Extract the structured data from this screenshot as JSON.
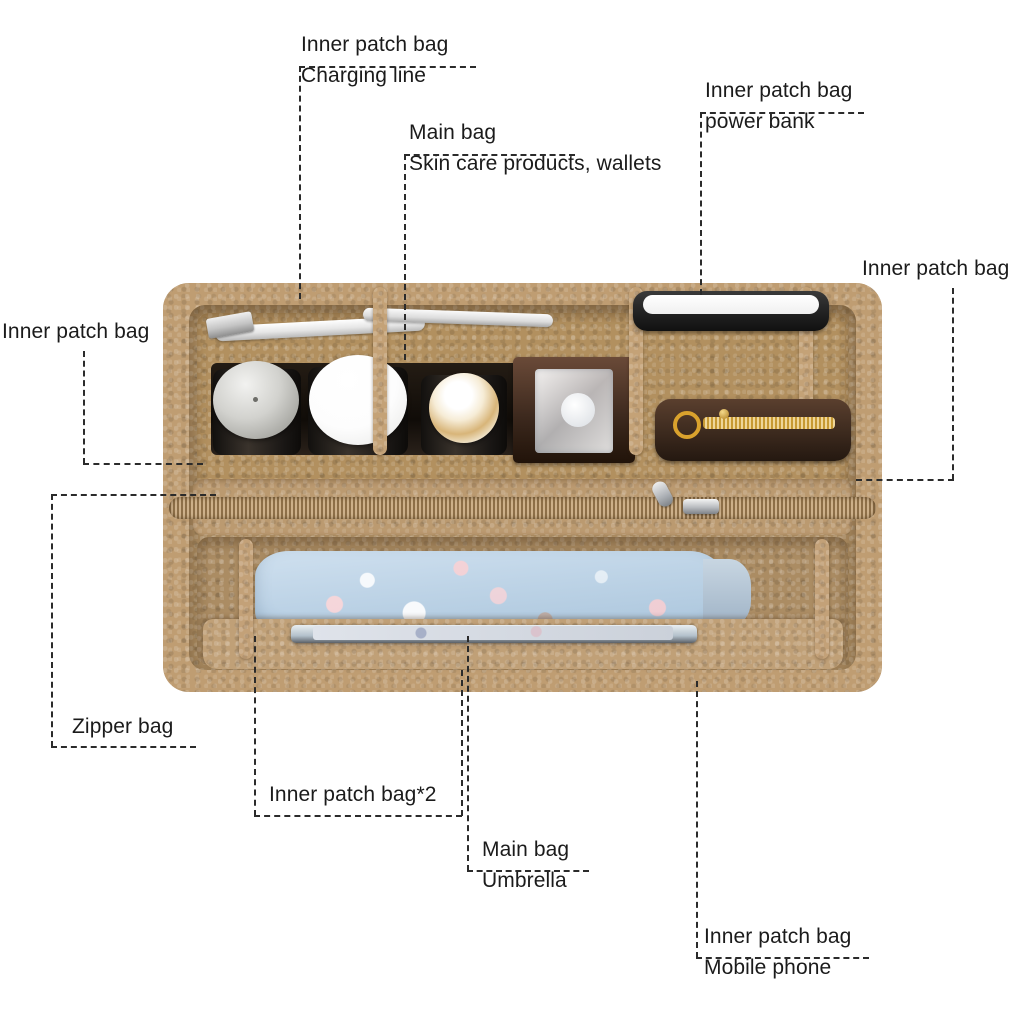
{
  "image": {
    "kind": "product-infographic",
    "subject": "felt handbag organizer insert with labelled compartments",
    "background_color": "#ffffff",
    "label_color": "#1b1b1b",
    "leader_line_color": "#2b2b2b",
    "felt_color": "#b79468"
  },
  "callouts": [
    {
      "id": "inner-patch-bag-charging-line",
      "title": "Inner patch bag",
      "subtitle": "Charging line"
    },
    {
      "id": "main-bag-skin-care",
      "title": "Main bag",
      "subtitle": "Skin care products, wallets"
    },
    {
      "id": "inner-patch-bag-power-bank",
      "title": "Inner patch bag",
      "subtitle": "power bank"
    },
    {
      "id": "inner-patch-bag-right",
      "title": "Inner patch bag",
      "subtitle": ""
    },
    {
      "id": "inner-patch-bag-left",
      "title": "Inner patch bag",
      "subtitle": ""
    },
    {
      "id": "zipper-bag",
      "title": "Zipper bag",
      "subtitle": ""
    },
    {
      "id": "inner-patch-bag-x2",
      "title": "Inner patch bag*2",
      "subtitle": ""
    },
    {
      "id": "main-bag-umbrella",
      "title": "Main bag",
      "subtitle": "Umbrella"
    },
    {
      "id": "inner-patch-bag-mobile-phone",
      "title": "Inner patch bag",
      "subtitle": "Mobile phone"
    }
  ],
  "contents": {
    "charging_line": "Charging line",
    "power_bank": "power bank",
    "skin_care": "Skin care products, wallets",
    "umbrella": "Umbrella",
    "mobile_phone": "Mobile phone"
  }
}
